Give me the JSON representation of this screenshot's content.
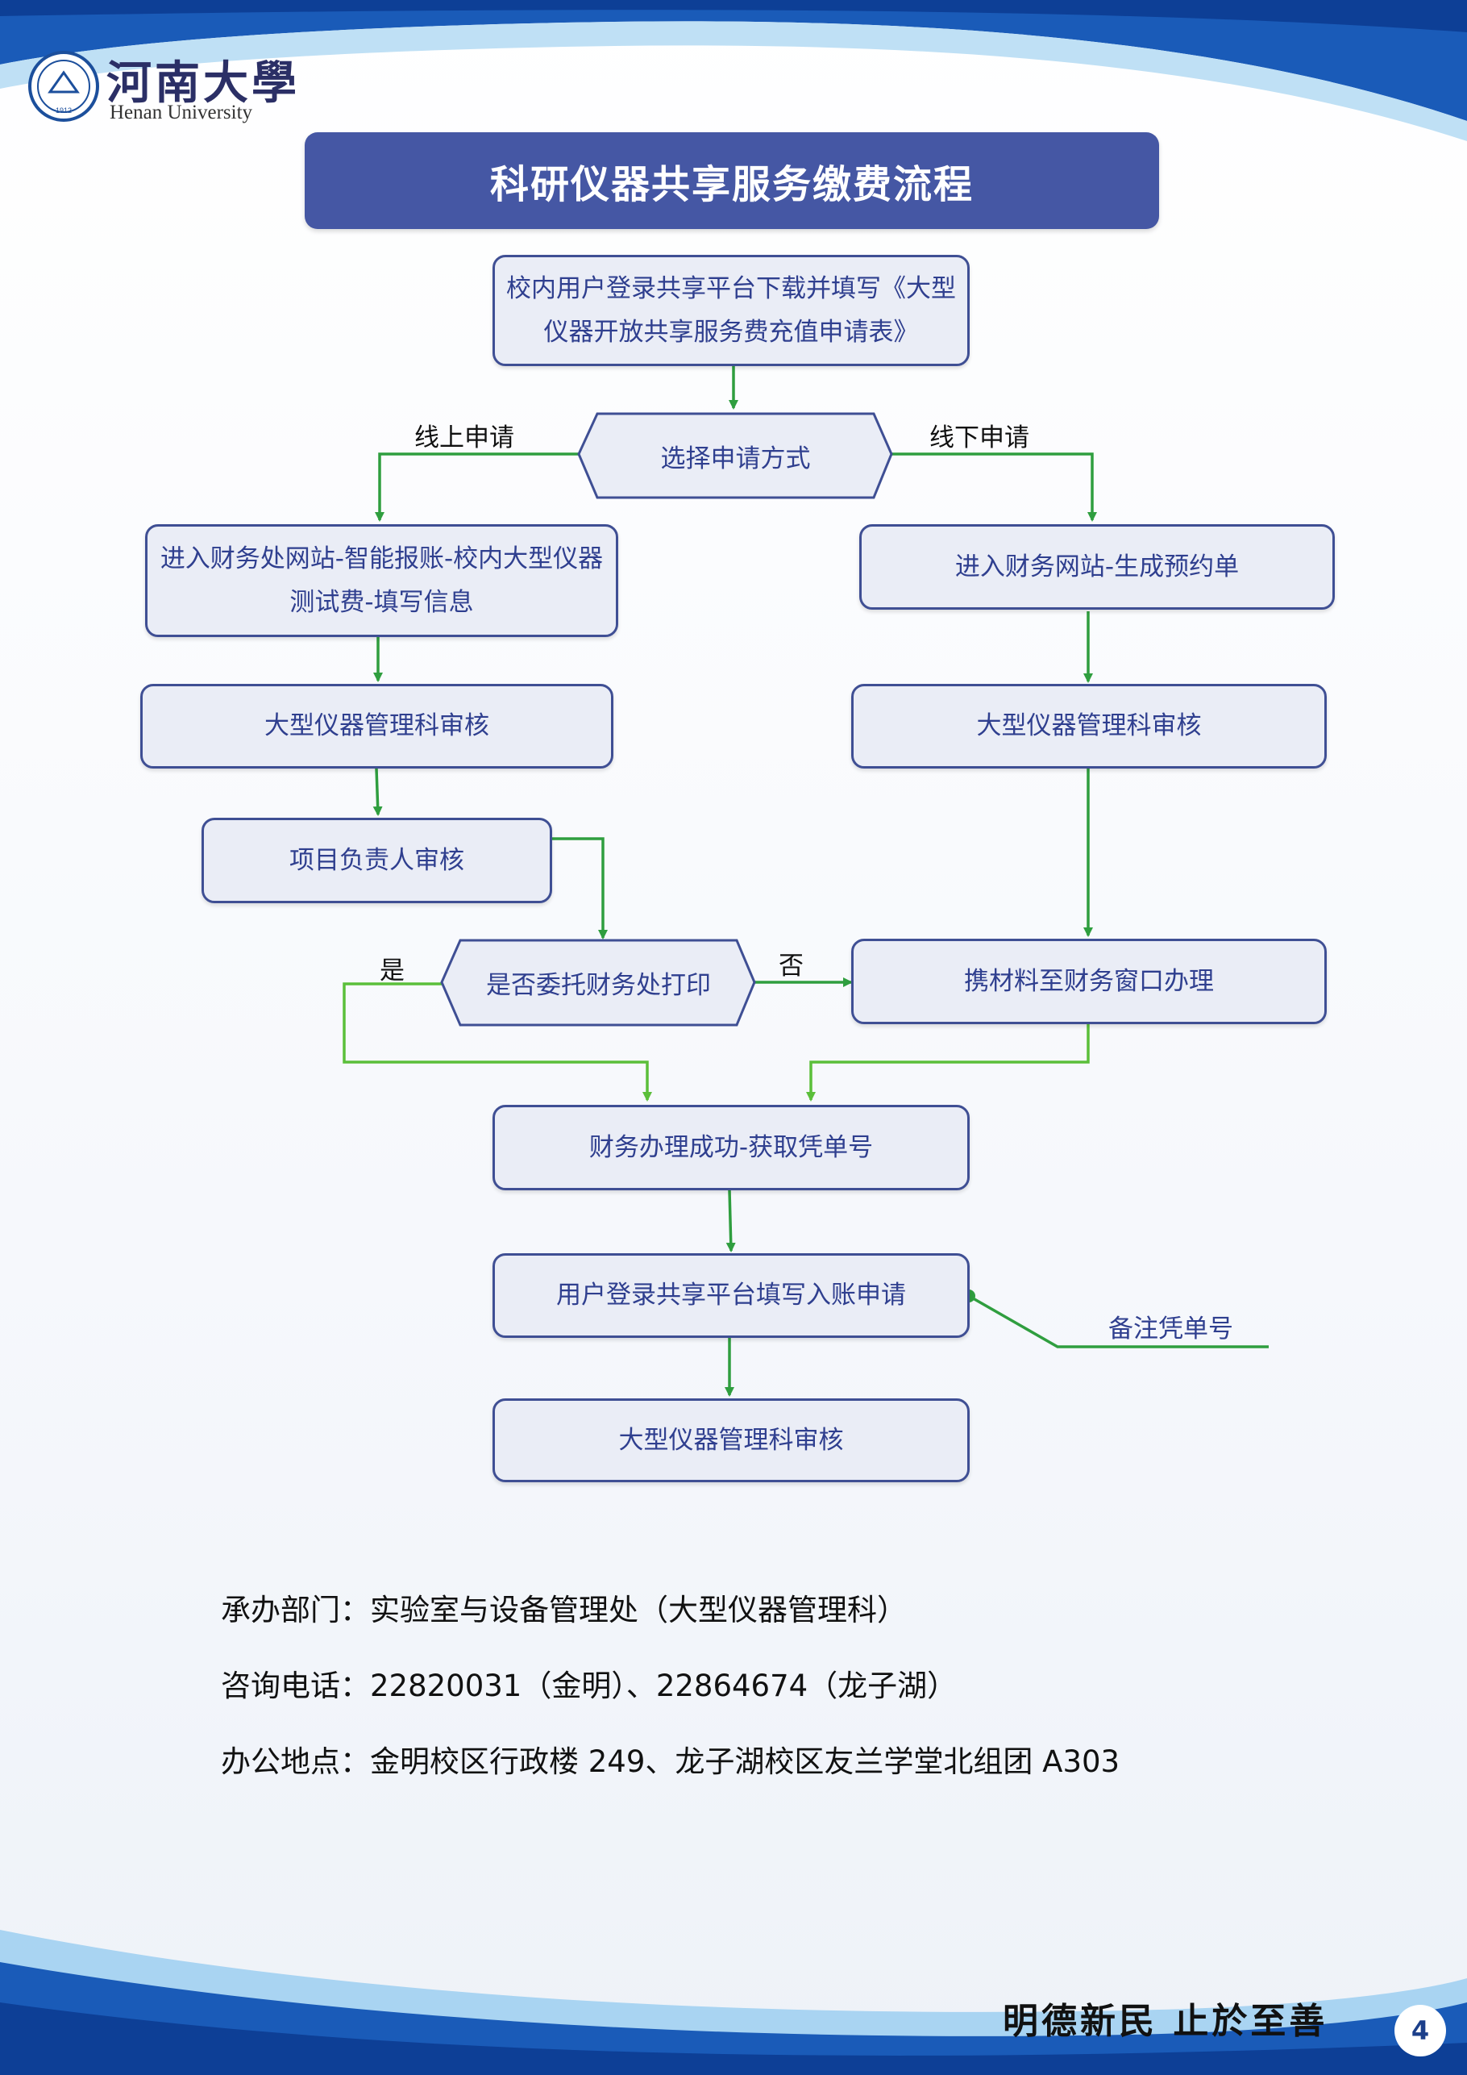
{
  "header": {
    "school_cn": "河南大學",
    "school_en": "Henan University",
    "logo_text": "1912"
  },
  "title": "科研仪器共享服务缴费流程",
  "flow": {
    "start": "校内用户登录共享平台下载并填写《大型仪器开放共享服务费充值申请表》",
    "choose": "选择申请方式",
    "online_label": "线上申请",
    "offline_label": "线下申请",
    "online_step1": "进入财务处网站-智能报账-校内大型仪器测试费-填写信息",
    "online_step2": "大型仪器管理科审核",
    "online_step3": "项目负责人审核",
    "offline_step1": "进入财务网站-生成预约单",
    "offline_step2": "大型仪器管理科审核",
    "decision": "是否委托财务处打印",
    "yes_label": "是",
    "no_label": "否",
    "offline_step3": "携材料至财务窗口办理",
    "success": "财务办理成功-获取凭单号",
    "apply": "用户登录共享平台填写入账申请",
    "note": "备注凭单号",
    "final": "大型仪器管理科审核"
  },
  "info": {
    "department": "承办部门：实验室与设备管理处（大型仪器管理科）",
    "phone": "咨询电话：22820031（金明）、22864674（龙子湖）",
    "address": "办公地点：金明校区行政楼 249、龙子湖校区友兰学堂北组团 A303"
  },
  "footer": {
    "motto": "明德新民  止於至善",
    "page": "4"
  },
  "colors": {
    "title_bg": "#4557a4",
    "node_fill": "#eaedf6",
    "node_border": "#3f4f94",
    "node_text": "#2f3f8f",
    "arrow_green": "#2f9e3f",
    "wave_blue": "#1a5bb8"
  }
}
